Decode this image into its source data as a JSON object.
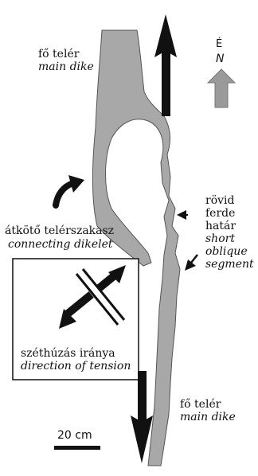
{
  "labels": {
    "main_dike_top_hu": "fő telér",
    "main_dike_top_en": "main dike",
    "north_hu": "É",
    "north_en": "N",
    "segment_hu_1": "rövid",
    "segment_hu_2": "ferde",
    "segment_hu_3": "határ",
    "segment_en_1": "short",
    "segment_en_2": "oblique",
    "segment_en_3": "segment",
    "dikelet_hu": "átkötő telérszakasz",
    "dikelet_en": "connecting dikelet",
    "tension_hu": "széthúzás iránya",
    "tension_en": "direction of tension",
    "main_dike_bottom_hu": "fő telér",
    "main_dike_bottom_en": "main dike",
    "scale": "20 cm"
  },
  "colors": {
    "dike_fill": "#a8a8a8",
    "dike_stroke": "#555555",
    "arrow": "#111111",
    "north_arrow": "#9a9a9a"
  }
}
